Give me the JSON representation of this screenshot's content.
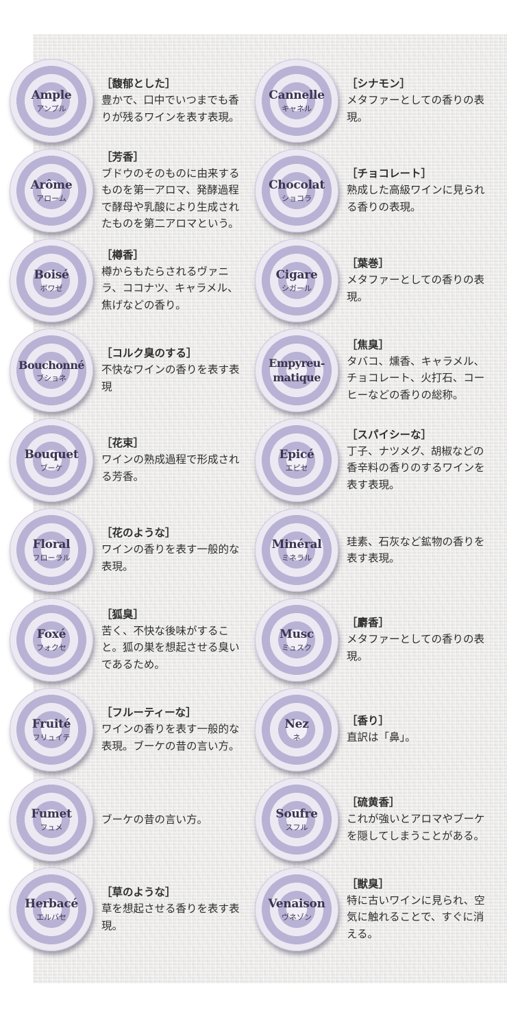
{
  "entries": [
    {
      "fr": "Ample",
      "kana": "アンプル",
      "title": "［馥郁とした］",
      "body": "豊かで、口中でいつまでも香りが残るワインを表す表現。"
    },
    {
      "fr": "Cannelle",
      "kana": "キャネル",
      "title": "［シナモン］",
      "body": "メタファーとしての香りの表現。"
    },
    {
      "fr": "Arôme",
      "kana": "アローム",
      "title": "［芳香］",
      "body": "ブドウのそのものに由来するものを第一アロマ、発酵過程で酵母や乳酸により生成されたものを第二アロマという。"
    },
    {
      "fr": "Chocolat",
      "kana": "ショコラ",
      "title": "［チョコレート］",
      "body": "熟成した高級ワインに見られる香りの表現。"
    },
    {
      "fr": "Boisé",
      "kana": "ボワゼ",
      "title": "［樽香］",
      "body": "樽からもたらされるヴァニラ、ココナツ、キャラメル、焦げなどの香り。"
    },
    {
      "fr": "Cigare",
      "kana": "シガール",
      "title": "［葉巻］",
      "body": "メタファーとしての香りの表現。"
    },
    {
      "fr": "Bouchonné",
      "kana": "ブショネ",
      "title": "［コルク臭のする］",
      "body": "不快なワインの香りを表す表現"
    },
    {
      "fr": "Empyreu-\nmatique",
      "kana": "",
      "title": "［焦臭］",
      "body": "タバコ、燻香、キャラメル、チョコレート、火打石、コーヒーなどの香りの総称。"
    },
    {
      "fr": "Bouquet",
      "kana": "ブーケ",
      "title": "［花束］",
      "body": "ワインの熟成過程で形成される芳香。"
    },
    {
      "fr": "Epicé",
      "kana": "エピセ",
      "title": "［スパイシーな］",
      "body": "丁子、ナツメグ、胡椒などの香辛料の香りのするワインを表す表現。"
    },
    {
      "fr": "Floral",
      "kana": "フローラル",
      "title": "［花のような］",
      "body": "ワインの香りを表す一般的な表現。"
    },
    {
      "fr": "Minéral",
      "kana": "ミネラル",
      "title": "",
      "body": "珪素、石灰など鉱物の香りを表す表現。"
    },
    {
      "fr": "Foxé",
      "kana": "フォクセ",
      "title": "［狐臭］",
      "body": "苦く、不快な後味がすること。狐の巣を想起させる臭いであるため。"
    },
    {
      "fr": "Musc",
      "kana": "ミュスク",
      "title": "［麝香］",
      "body": "メタファーとしての香りの表現。"
    },
    {
      "fr": "Fruité",
      "kana": "フリュイテ",
      "title": "［フルーティーな］",
      "body": "ワインの香りを表す一般的な表現。ブーケの昔の言い方。"
    },
    {
      "fr": "Nez",
      "kana": "ネ",
      "title": "［香り］",
      "body": "直訳は「鼻」。"
    },
    {
      "fr": "Fumet",
      "kana": "フュメ",
      "title": "",
      "body": "ブーケの昔の言い方。"
    },
    {
      "fr": "Soufre",
      "kana": "スフル",
      "title": "［硫黄香］",
      "body": "これが強いとアロマやブーケを隠してしまうことがある。"
    },
    {
      "fr": "Herbacé",
      "kana": "エルバセ",
      "title": "［草のような］",
      "body": "草を想起させる香りを表す表現。"
    },
    {
      "fr": "Venaison",
      "kana": "ヴネゾン",
      "title": "［獣臭］",
      "body": "特に古いワインに見られ、空気に触れることで、すぐに消える。"
    }
  ]
}
